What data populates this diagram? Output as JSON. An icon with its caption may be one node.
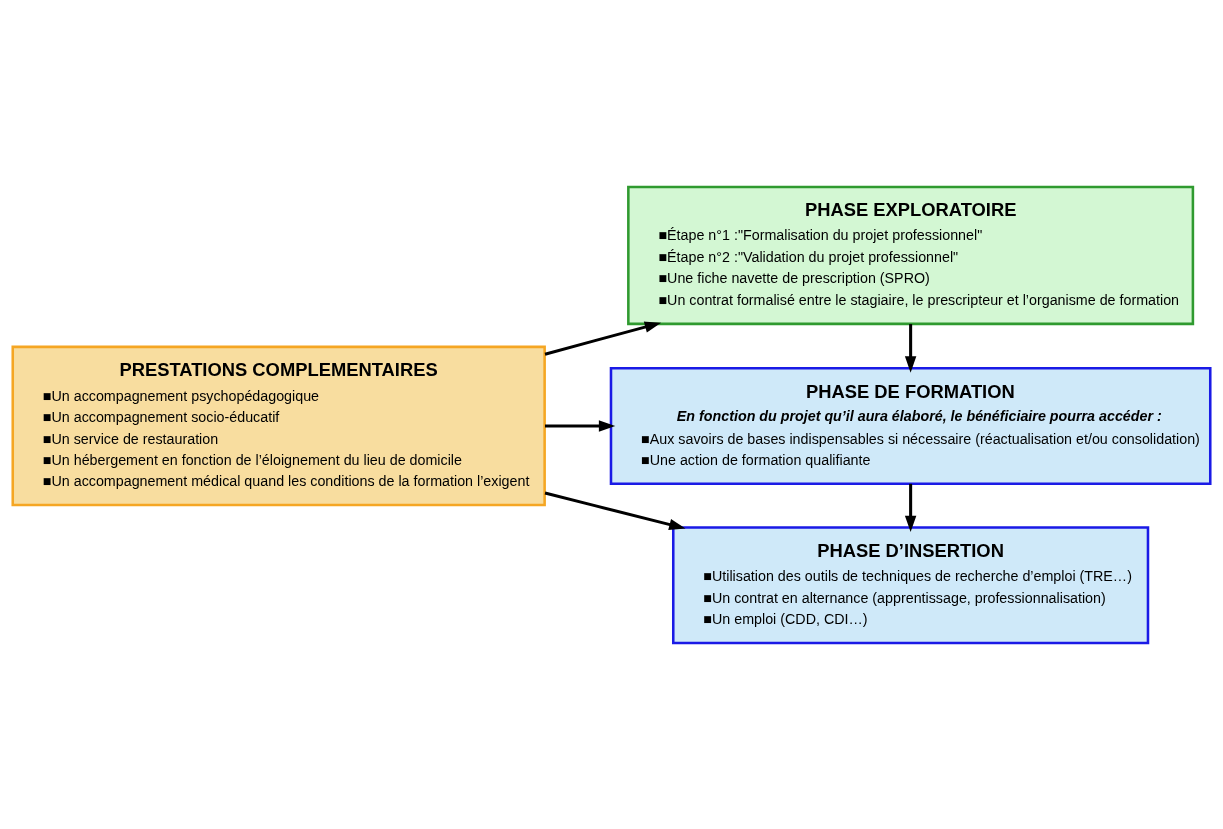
{
  "diagram": {
    "nodes": [
      {
        "text": [
          "PRESTATIONS COMPLEMENTAIRES",
          "■Un accompagnement psychopédagogique",
          "■Un accompagnement socio-éducatif",
          "■Un service de restauration",
          "■Un hébergement en fonction de l’éloignement du lieu de domicile",
          "■Un accompagnement médical quand les conditions de la formation l’exigent"
        ]
      },
      {
        "text": [
          "PHASE EXPLORATOIRE",
          "■Étape n°1 :\"Formalisation du projet professionnel\"",
          "■Étape n°2 :\"Validation du projet professionnel\"",
          "■Une fiche navette de prescription (SPRO)",
          "■Un contrat formalisé entre le stagiaire, le prescripteur et l’organisme de formation"
        ]
      },
      {
        "text": [
          "PHASE DE FORMATION",
          "En fonction du projet qu’il aura élaboré, le bénéficiaire pourra accéder :",
          "■Aux savoirs de bases indispensables si nécessaire (réactualisation et/ou consolidation)",
          "■Une action de formation qualifiante"
        ]
      },
      {
        "text": [
          "PHASE D’INSERTION",
          "■Utilisation des outils de techniques de recherche d’emploi (TRE…)",
          "■Un contrat en alternance (apprentissage, professionnalisation)",
          "■Un emploi (CDD, CDI…)"
        ]
      }
    ],
    "edges": [
      {
        "from": 0,
        "to": 1,
        "arrow": "to"
      },
      {
        "from": 0,
        "to": 2,
        "arrow": "to"
      },
      {
        "from": 0,
        "to": 3,
        "arrow": "to"
      },
      {
        "from": 1,
        "to": 2,
        "arrow": "to"
      },
      {
        "from": 2,
        "to": 3,
        "arrow": "to"
      }
    ]
  }
}
